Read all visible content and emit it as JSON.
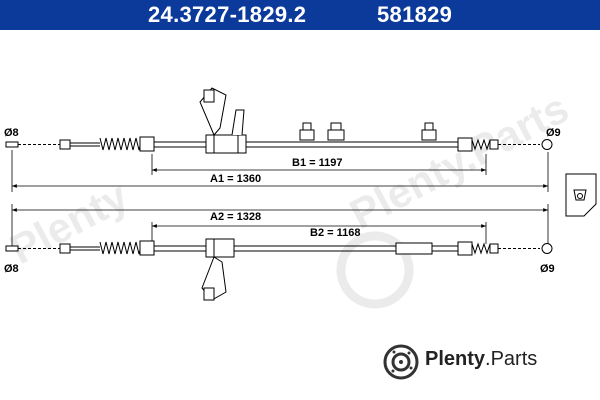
{
  "header": {
    "part_number": "24.3727-1829.2",
    "reference": "581829",
    "background_color": "#0b3a9a"
  },
  "drawing": {
    "upper_cable": {
      "left_end_label": "Ø8",
      "right_end_label": "Ø9",
      "dim_b_label": "B1 = 1197",
      "dim_a_label": "A1 = 1360"
    },
    "lower_cable": {
      "dim_a_label": "A2 = 1328",
      "dim_b_label": "B2 = 1168",
      "left_end_label": "Ø8",
      "right_end_label": "Ø9"
    }
  },
  "brand": {
    "name": "Plenty",
    "suffix": ".Parts",
    "icon": "brake-disc-icon"
  }
}
